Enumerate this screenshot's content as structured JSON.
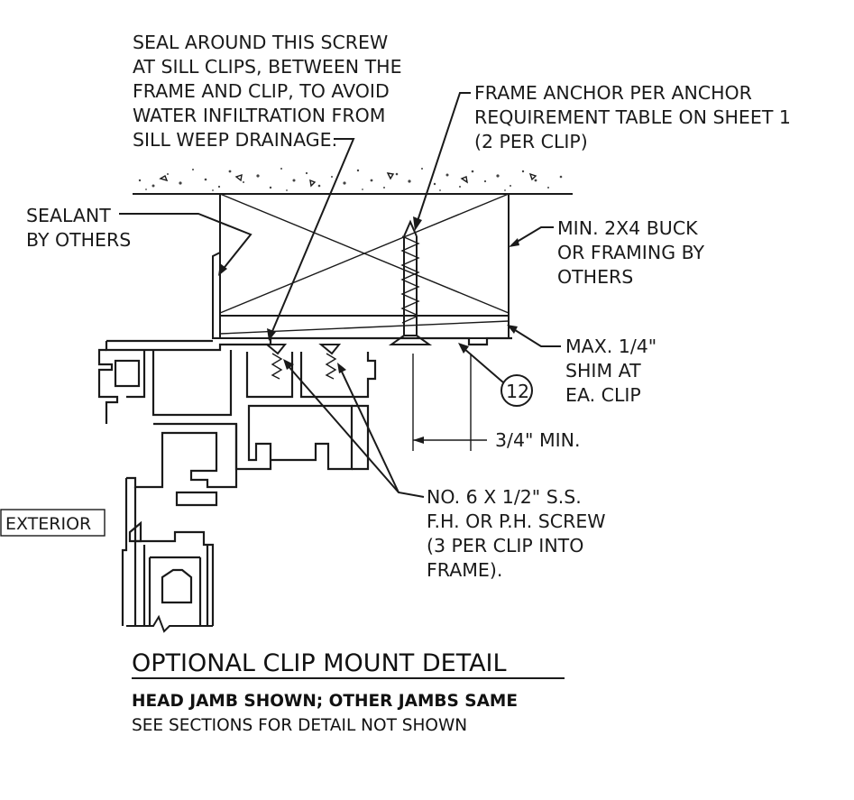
{
  "notes": {
    "seal_screw": [
      "SEAL AROUND THIS SCREW",
      "AT SILL CLIPS, BETWEEN THE",
      "FRAME AND CLIP, TO AVOID",
      "WATER INFILTRATION FROM",
      "SILL WEEP DRAINAGE."
    ],
    "frame_anchor": [
      "FRAME ANCHOR PER ANCHOR",
      "REQUIREMENT TABLE ON SHEET 1",
      "(2 PER CLIP)"
    ],
    "sealant": [
      "SEALANT",
      "BY OTHERS"
    ],
    "buck": [
      "MIN. 2X4 BUCK",
      "OR FRAMING BY",
      "OTHERS"
    ],
    "shim": [
      "MAX. 1/4\"",
      "SHIM AT",
      "EA. CLIP"
    ],
    "min_dim": "3/4\" MIN.",
    "callout_number": "12",
    "screw": [
      "NO. 6 X 1/2\" S.S.",
      "F.H. OR P.H. SCREW",
      "(3 PER CLIP INTO",
      "FRAME)."
    ],
    "exterior": "EXTERIOR"
  },
  "title_block": {
    "title": "OPTIONAL CLIP MOUNT DETAIL",
    "subtitle_bold": "HEAD JAMB SHOWN; OTHER JAMBS SAME",
    "subtitle": "SEE SECTIONS FOR DETAIL NOT SHOWN"
  }
}
